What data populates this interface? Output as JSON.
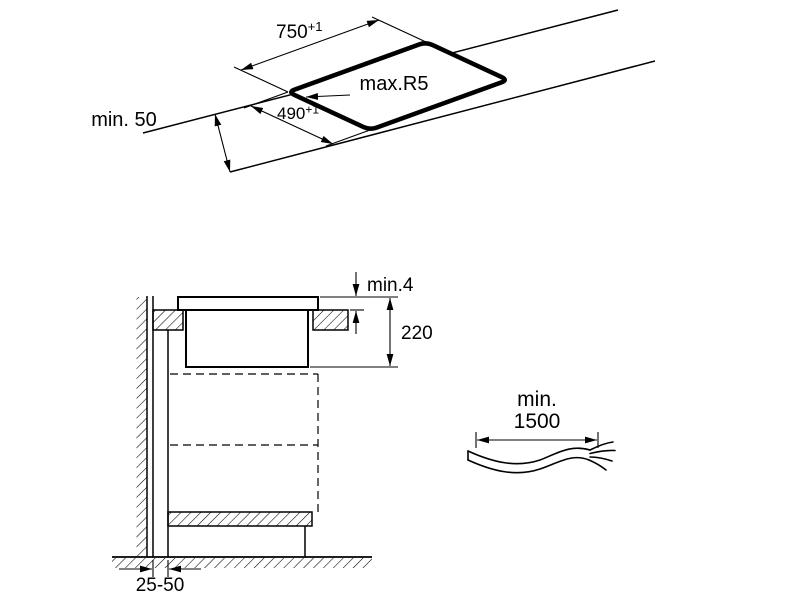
{
  "page": {
    "background": "#ffffff",
    "line_color": "#000000"
  },
  "cutout_view": {
    "width_value": "750",
    "width_tolerance": "+1",
    "depth_value": "490",
    "depth_tolerance": "+1",
    "corner_radius_label": "max.R5",
    "front_clearance_label": "min. 50"
  },
  "section_view": {
    "top_gap_label": "min.4",
    "install_depth_label": "220",
    "wall_gap_label": "25-50"
  },
  "cable_view": {
    "length_label_line1": "min.",
    "length_label_line2": "1500"
  }
}
